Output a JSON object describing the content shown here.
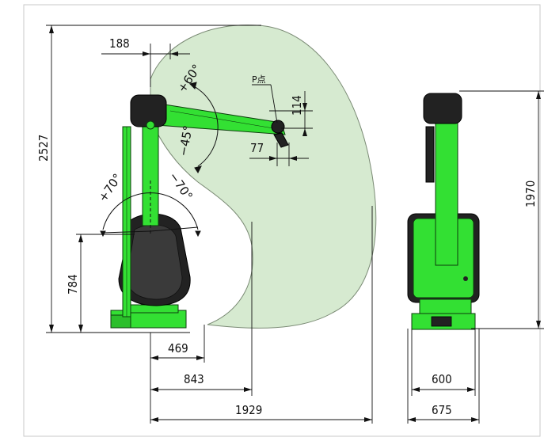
{
  "diagram": {
    "dimensions": {
      "d188": "188",
      "d114": "114",
      "d77": "77",
      "d2527": "2527",
      "d784": "784",
      "d469": "469",
      "d843": "843",
      "d1929": "1929",
      "d1970": "1970",
      "d600": "600",
      "d675": "675"
    },
    "angles": {
      "a_plus60": "+60°",
      "a_minus45": "−45°",
      "a_plus70": "+70°",
      "a_minus70": "−70°"
    },
    "point_label": "P点",
    "colors": {
      "workspace_fill": "#d6ead0",
      "robot_green": "#33e033",
      "robot_dark": "#1a1a1a",
      "dimension_line": "#111111"
    }
  }
}
